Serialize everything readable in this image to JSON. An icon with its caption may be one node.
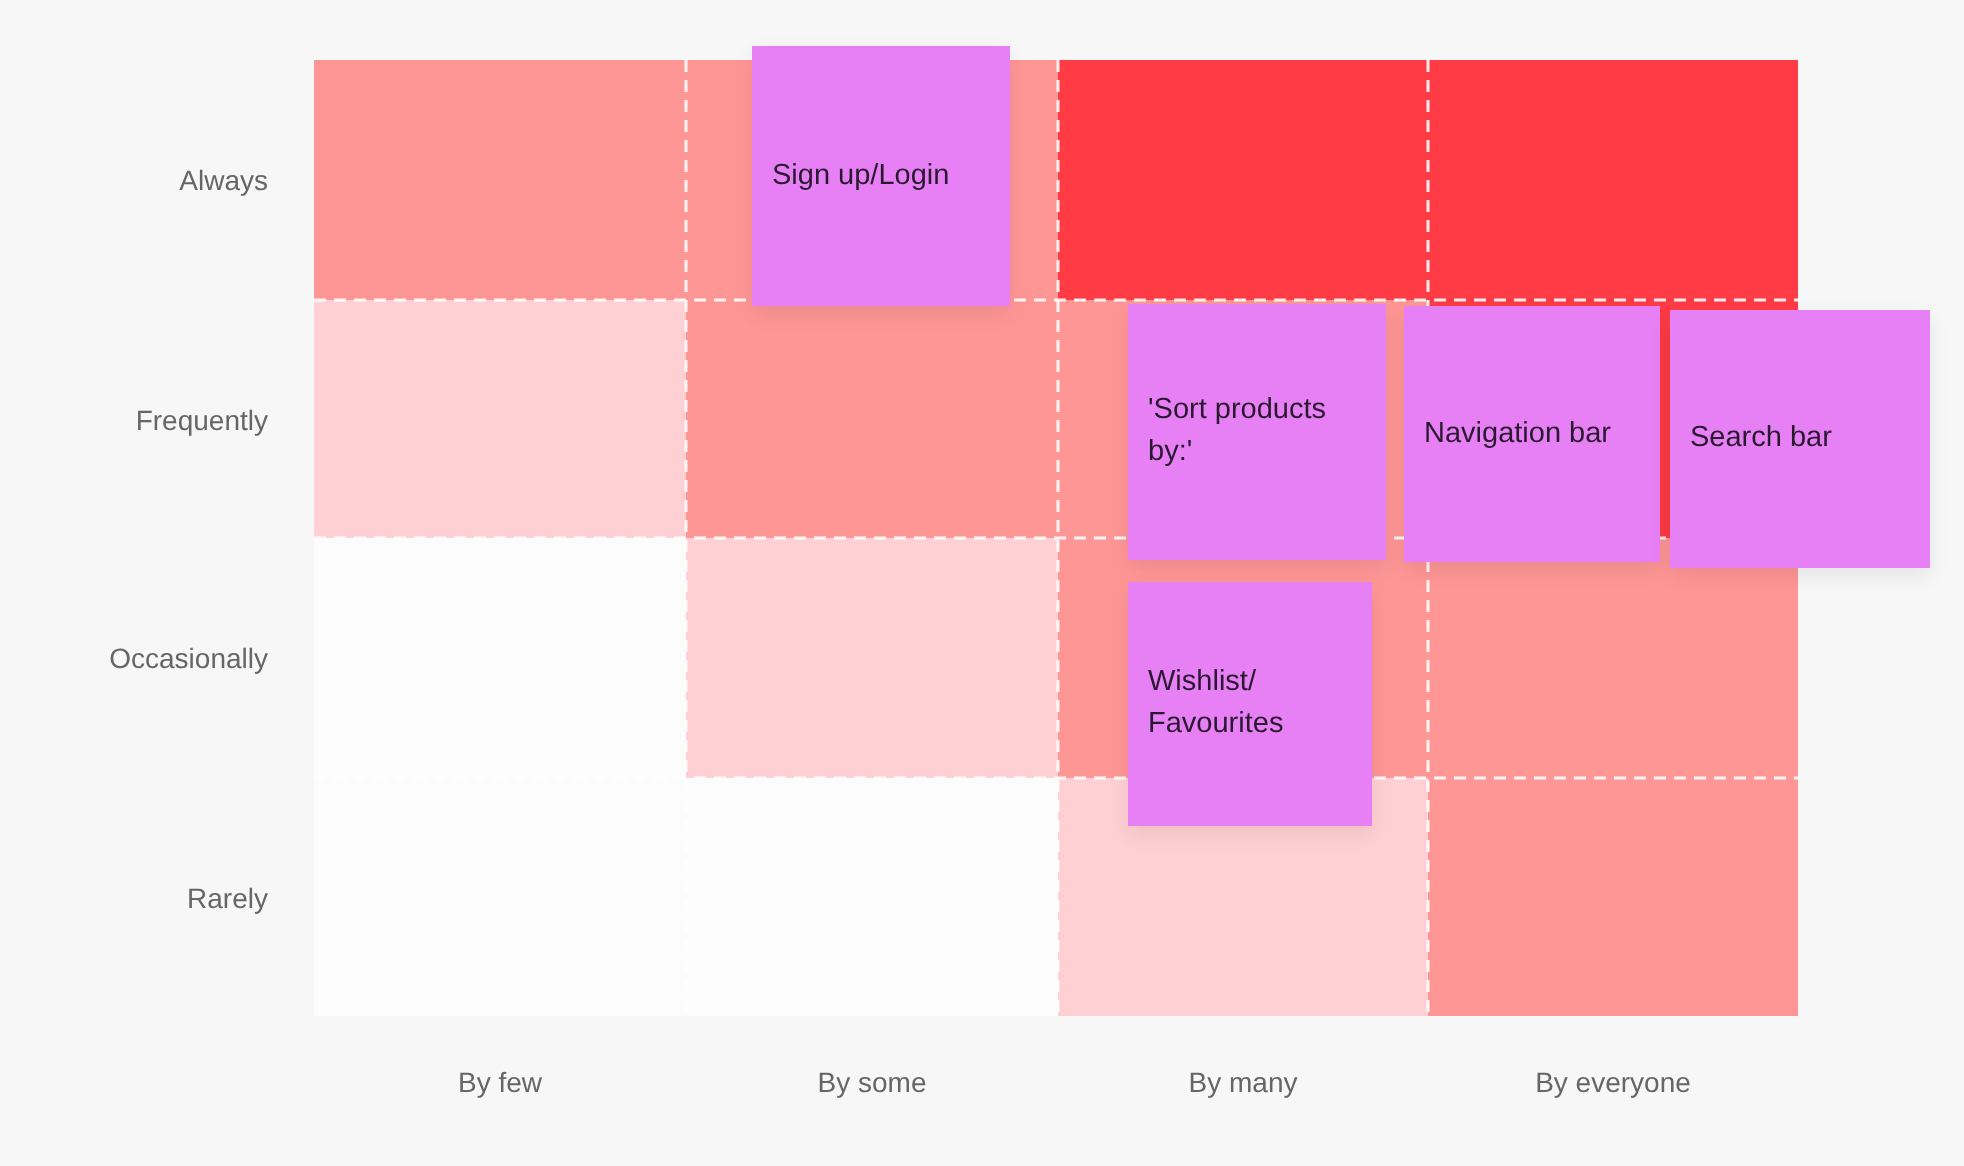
{
  "diagram": {
    "nodes": [
      {
        "text": [
          "Sign up/Login"
        ]
      },
      {
        "text": [
          "'Sort products by:'"
        ]
      },
      {
        "text": [
          "Navigation bar"
        ]
      },
      {
        "text": [
          "Search bar"
        ]
      },
      {
        "text": [
          "Wishlist/ Favourites"
        ]
      }
    ],
    "labels": [
      "Always",
      "Frequently",
      "Occasionally",
      "Rarely",
      "By few",
      "By some",
      "By many",
      "By everyone"
    ]
  }
}
